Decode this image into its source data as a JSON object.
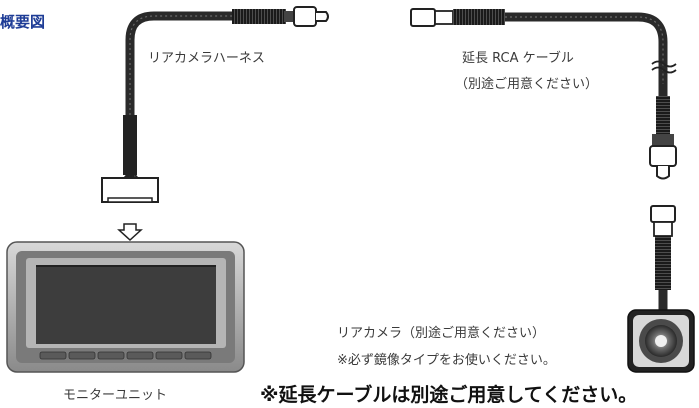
{
  "title": "概要図",
  "labels": {
    "harness": "リアカメラハーネス",
    "extension_cable": "延長 RCA ケーブル",
    "extension_sold_separately": "（別途ご用意ください）",
    "camera": "リアカメラ（別途ご用意ください）",
    "camera_note": "※必ず鏡像タイプをお使いください。",
    "monitor": "モニターユニット",
    "bottom_note": "※延長ケーブルは別途ご用意してください。"
  },
  "colors": {
    "title": "#1e3c96",
    "cable": "#2a2a2a",
    "screen": "#3d3d3d"
  }
}
